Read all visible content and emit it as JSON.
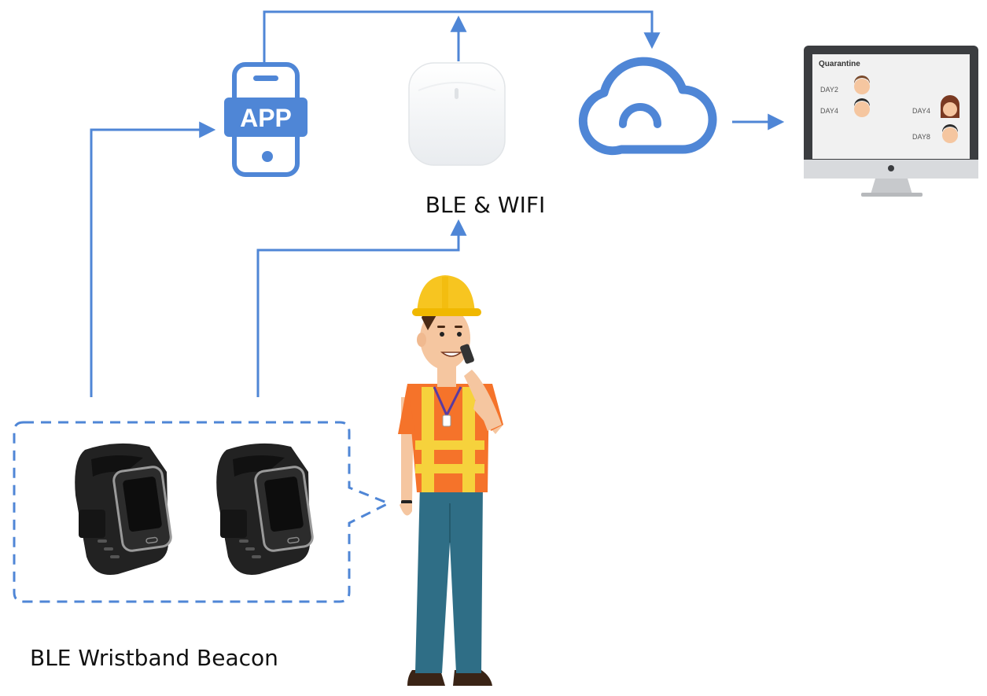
{
  "app_icon": {
    "text": "APP",
    "color": "#4f86d6"
  },
  "gateway": {
    "label": "BLE & WIFI"
  },
  "monitor": {
    "screen_title": "Quarantine",
    "entries": [
      "DAY2",
      "DAY4",
      "DAY4",
      "DAY8"
    ]
  },
  "wristband": {
    "label": "BLE Wristband Beacon"
  },
  "colors": {
    "flow": "#4f86d6",
    "vest": "#f5732a",
    "reflective": "#f6d23c",
    "helmet": "#f7c520",
    "pants": "#2f6e86",
    "band": "#222222"
  }
}
